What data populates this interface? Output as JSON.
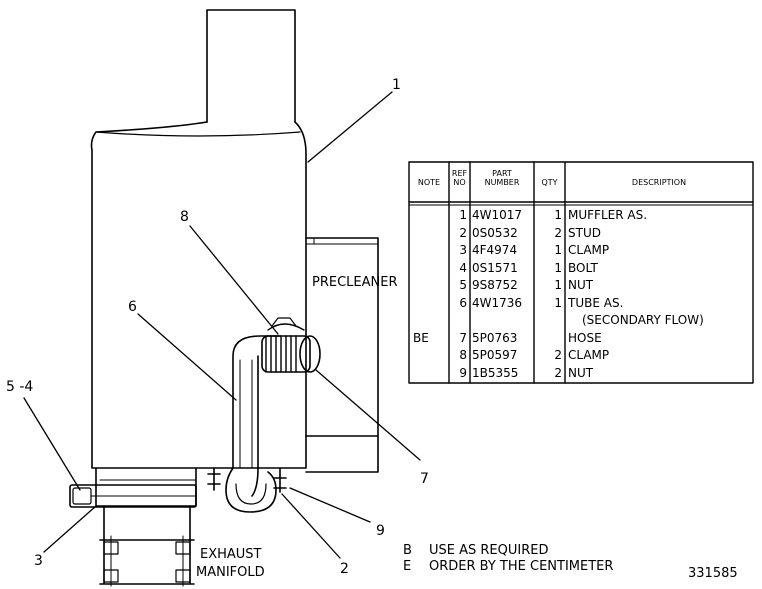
{
  "callouts": {
    "c1": "1",
    "c2": "2",
    "c3": "3",
    "c54": "5 -4",
    "c6": "6",
    "c7": "7",
    "c8": "8",
    "c9": "9"
  },
  "labels": {
    "precleaner": "PRECLEANER",
    "exhaust_line1": "EXHAUST",
    "exhaust_line2": "MANIFOLD"
  },
  "table": {
    "headers": {
      "note": "NOTE",
      "ref": [
        "REF",
        "NO"
      ],
      "part": [
        "PART",
        "NUMBER"
      ],
      "qty": "QTY",
      "desc": "DESCRIPTION"
    },
    "rows": [
      {
        "note": "",
        "ref": "1",
        "part": "4W1017",
        "qty": "1",
        "desc": "MUFFLER AS."
      },
      {
        "note": "",
        "ref": "2",
        "part": "0S0532",
        "qty": "2",
        "desc": "STUD"
      },
      {
        "note": "",
        "ref": "3",
        "part": "4F4974",
        "qty": "1",
        "desc": "CLAMP"
      },
      {
        "note": "",
        "ref": "4",
        "part": "0S1571",
        "qty": "1",
        "desc": "BOLT"
      },
      {
        "note": "",
        "ref": "5",
        "part": "9S8752",
        "qty": "1",
        "desc": "NUT"
      },
      {
        "note": "",
        "ref": "6",
        "part": "4W1736",
        "qty": "1",
        "desc": "TUBE AS."
      },
      {
        "note": "",
        "ref": "",
        "part": "",
        "qty": "",
        "desc": "(SECONDARY FLOW)"
      },
      {
        "note": "BE",
        "ref": "7",
        "part": "5P0763",
        "qty": "",
        "desc": "HOSE"
      },
      {
        "note": "",
        "ref": "8",
        "part": "5P0597",
        "qty": "2",
        "desc": "CLAMP"
      },
      {
        "note": "",
        "ref": "9",
        "part": "1B5355",
        "qty": "2",
        "desc": "NUT"
      }
    ]
  },
  "notes": [
    {
      "key": "B",
      "text": "USE AS REQUIRED"
    },
    {
      "key": "E",
      "text": "ORDER BY THE CENTIMETER"
    }
  ],
  "doc_number": "331585"
}
